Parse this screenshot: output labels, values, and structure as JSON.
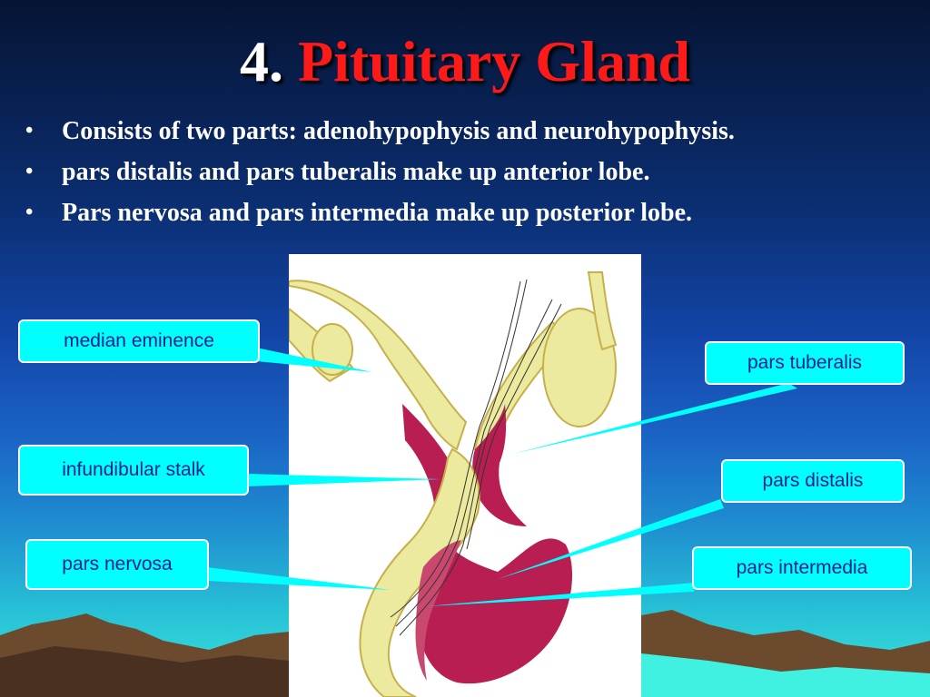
{
  "title": {
    "number": "4.",
    "text": "Pituitary Gland"
  },
  "bullets": [
    "Consists of two parts: adenohypophysis and neurohypophysis.",
    "pars distalis and pars tuberalis make up anterior lobe.",
    "Pars nervosa and pars intermedia make up posterior lobe."
  ],
  "labels": {
    "median_eminence": "median eminence",
    "infundibular_stalk": "infundibular stalk",
    "pars_nervosa": "pars nervosa",
    "pars_tuberalis": "pars tuberalis",
    "pars_distalis": "pars distalis",
    "pars_intermedia": "pars intermedia"
  },
  "colors": {
    "title_number": "#ffffff",
    "title_text": "#ff1a1a",
    "label_bg": "#00ffff",
    "label_text": "#0a1f8f",
    "neural_tissue": "#ecea9e",
    "glandular_tissue": "#b81e52"
  }
}
